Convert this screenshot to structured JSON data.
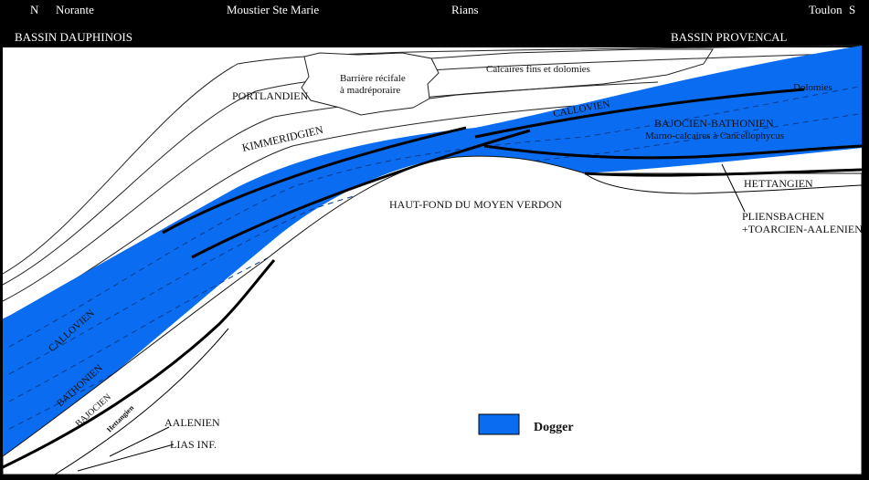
{
  "header": {
    "north": "N",
    "norante": "Norante",
    "moustier": "Moustier Ste Marie",
    "rians": "Rians",
    "toulon": "Toulon",
    "south": "S",
    "basin_left": "BASSIN DAUPHINOIS",
    "basin_right": "BASSIN PROVENCAL"
  },
  "formations": {
    "portlandien": "PORTLANDIEN",
    "kimmeridgien": "KIMMERIDGIEN",
    "barriere_line1": "Barrière récifale",
    "barriere_line2": "à madréporaire",
    "calcaires": "Calcaires fins et dolomies",
    "dolomies": "Dolomies",
    "callovien_right": "CALLOVIEN",
    "bajocien_bathonien": "BAJOCIEN-BATHONIEN",
    "marno": "Marno-calcaires à Cancellophycus",
    "hettangien": "HETTANGIEN",
    "pliensbachen_line1": "PLIENSBACHEN",
    "pliensbachen_line2": "+TOARCIEN-AALENIEN",
    "haut_fond": "HAUT-FOND DU MOYEN VERDON",
    "callovien_left": "CALLOVIEN",
    "bathonien": "BATHONIEN",
    "bajocien": "BAJOCIEN",
    "aalenien": "AALENIEN",
    "lias": "LIAS INF.",
    "trias_small": "Hettangien"
  },
  "legend": {
    "dogger_label": "Dogger",
    "dogger_color": "#0a6cf0"
  }
}
